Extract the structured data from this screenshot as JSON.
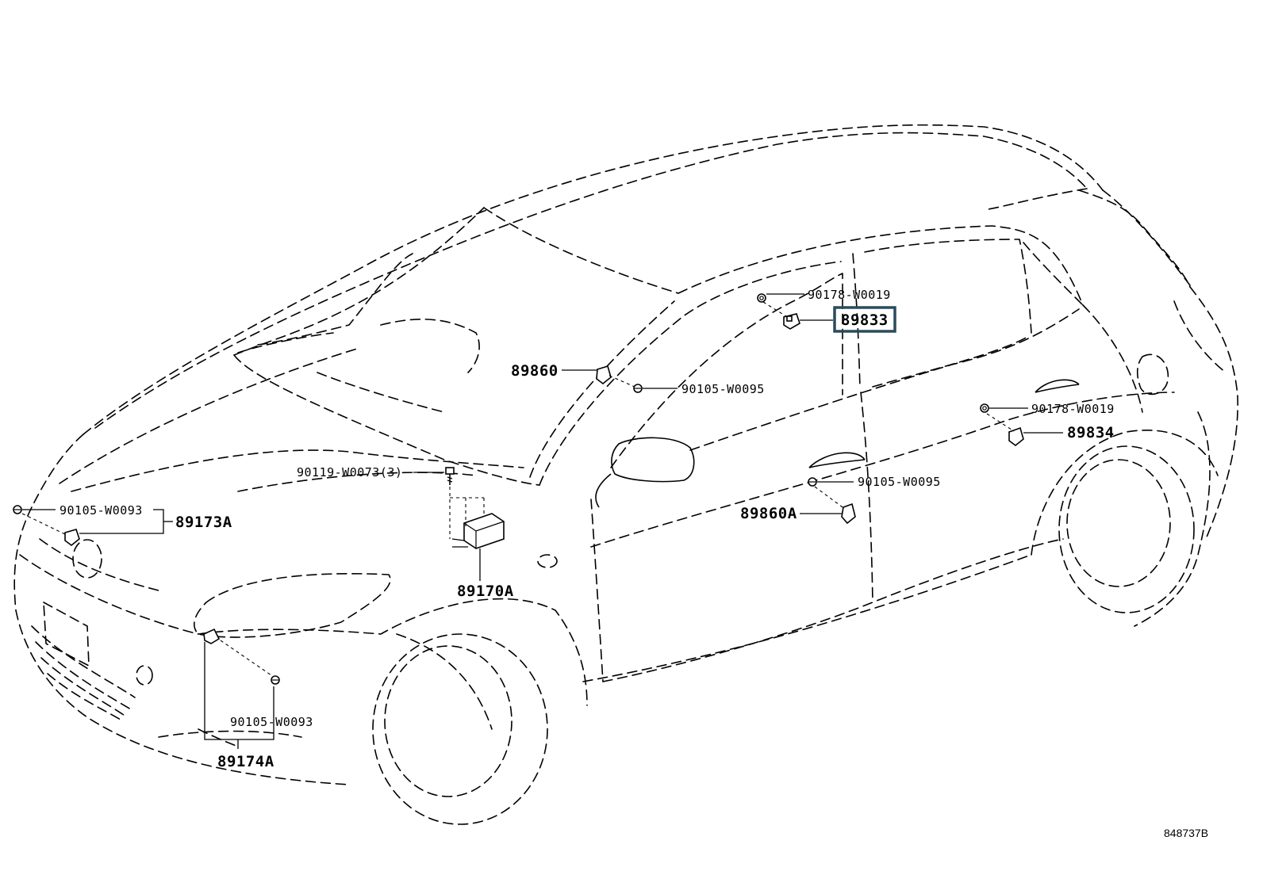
{
  "diagram": {
    "figure_id": "848737B",
    "highlighted_part": "89833",
    "labels": {
      "p90178_w0019_a": "90178-W0019",
      "p89833": "89833",
      "p89860": "89860",
      "p90105_w0095_a": "90105-W0095",
      "p90178_w0019_b": "90178-W0019",
      "p89834": "89834",
      "p90119_w0073": "90119-W0073(3)",
      "p90105_w0095_b": "90105-W0095",
      "p89860A": "89860A",
      "p90105_w0093_a": "90105-W0093",
      "p89173A": "89173A",
      "p89170A": "89170A",
      "p90105_w0093_b": "90105-W0093",
      "p89174A": "89174A"
    }
  }
}
